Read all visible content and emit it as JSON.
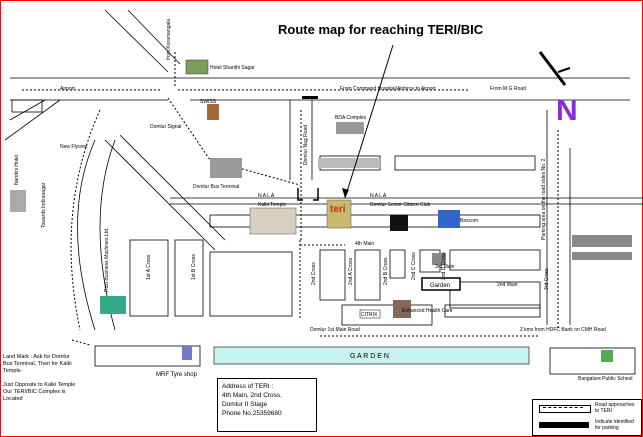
{
  "title": "Route map for reaching TERI/BIC",
  "labels": {
    "from_koramangala": "from Koramangala",
    "hotel_shanthi_sagar": "Hotel Shanthi Sagar",
    "airport": "Airport",
    "from_command_hospital": "From Command Hospital/Airforce to Airport",
    "from_mg_road": "From M G Road",
    "swiss": "SWISS",
    "domlur_signal": "Domlur Signal",
    "bda_complex": "BDA Complex",
    "new_flyover": "New Flyover",
    "domlur_nag_road": "Domlur Nag Road",
    "nandini_hotel": "Nandini Hotel",
    "towards_indiranagar": "Towards Indiranagar",
    "domlur_bus_terminal": "Domlur Bus Terminal",
    "nala_1": "N A L A",
    "nala_2": "N A L A",
    "kalki_temple": "Kalki Temple",
    "teri_logo": "teri",
    "domlur_senior_citizen_club": "Domlur Senior Citizen Club",
    "bescom": "Bescom",
    "parking_area": "Parking area on the road sides No. 2",
    "ibm": "Rico Business Machines Ltd.",
    "first_a_cross": "1st A Cross",
    "first_b_cross": "1st B Cross",
    "fourth_main": "4th Main",
    "second_cross": "2nd Cross",
    "second_a_cross": "2nd A Cross",
    "second_b_cross": "2nd B Cross",
    "second_c_cross": "2nd C Cross",
    "second_d_cross": "2nd D Cross",
    "third_main": "3rd Main",
    "garden_small": "Garden",
    "second_main": "2nd Main",
    "third_cross": "3rd Cross",
    "citrix": "CITRIX",
    "enhanced_health_care": "Enhanced Health Care",
    "domlur_first_main_road": "Domlur 1st Main Road",
    "hdfc_note": "2 kms from HDFC Bank on CMH Road",
    "garden_big": "G A R D E N",
    "mrf_tyre_shop": "MRF Tyre shop",
    "bangalore_public_school": "Bangalore Public School",
    "north": "N"
  },
  "landmark_note": [
    "Land Mark : Ask for Domlur",
    "Bus Terminal, Then for Kalki",
    "Temple.",
    "",
    "Just Opposite to Kalki Temple",
    "Our TERI/BIC Complex is",
    "Located"
  ],
  "address": {
    "heading": "Address of TERI :",
    "line1": "4th Main, 2nd Cross,",
    "line2": "Domlur II Stage",
    "line3": "Phone No.25359680"
  },
  "legend": {
    "road_approaches": "Road approaches to TERI",
    "parking": "Indicate identified for parking"
  },
  "colors": {
    "nala": "#cfcfcf",
    "garden": "#c6f2f0",
    "arrow_north": "#8a2be2",
    "border": "#ff0000"
  }
}
